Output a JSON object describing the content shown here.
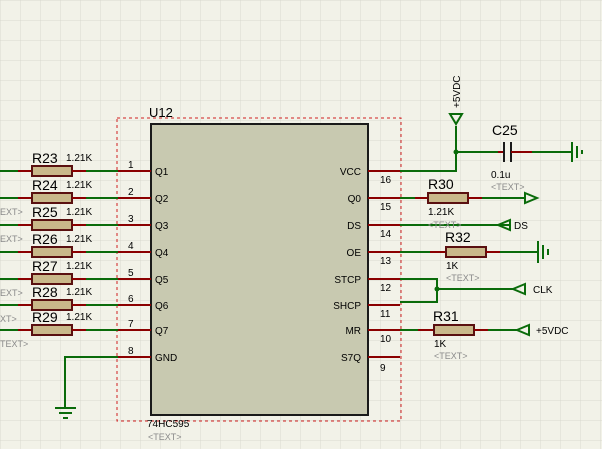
{
  "chip": {
    "ref": "U12",
    "part": "74HC595",
    "placeholder": "<TEXT>",
    "left_pins": [
      {
        "num": "1",
        "name": "Q1"
      },
      {
        "num": "2",
        "name": "Q2"
      },
      {
        "num": "3",
        "name": "Q3"
      },
      {
        "num": "4",
        "name": "Q4"
      },
      {
        "num": "5",
        "name": "Q5"
      },
      {
        "num": "6",
        "name": "Q6"
      },
      {
        "num": "7",
        "name": "Q7"
      },
      {
        "num": "8",
        "name": "GND"
      }
    ],
    "right_pins": [
      {
        "num": "16",
        "name": "VCC"
      },
      {
        "num": "15",
        "name": "Q0"
      },
      {
        "num": "14",
        "name": "DS"
      },
      {
        "num": "13",
        "name": "OE"
      },
      {
        "num": "12",
        "name": "STCP"
      },
      {
        "num": "11",
        "name": "SHCP"
      },
      {
        "num": "10",
        "name": "MR"
      },
      {
        "num": "9",
        "name": "S7Q"
      }
    ]
  },
  "left_resistors": [
    {
      "ref": "R23",
      "value": "1.21K",
      "side_text": ""
    },
    {
      "ref": "R24",
      "value": "1.21K",
      "side_text": "EXT>"
    },
    {
      "ref": "R25",
      "value": "1.21K",
      "side_text": "EXT>"
    },
    {
      "ref": "R26",
      "value": "1.21K",
      "side_text": ""
    },
    {
      "ref": "R27",
      "value": "1.21K",
      "side_text": "EXT>"
    },
    {
      "ref": "R28",
      "value": "1.21K",
      "side_text": "XT>"
    },
    {
      "ref": "R29",
      "value": "1.21K",
      "side_text": "TEXT>"
    }
  ],
  "right_components": {
    "power_label": "+5VDC",
    "c25": {
      "ref": "C25",
      "value": "0.1u",
      "text": "<TEXT>"
    },
    "r30": {
      "ref": "R30",
      "value": "1.21K",
      "text": "<TEXT>"
    },
    "r32": {
      "ref": "R32",
      "value": "1K",
      "text": "<TEXT>"
    },
    "r31": {
      "ref": "R31",
      "value": "1K",
      "text": "<TEXT>"
    },
    "ds_label": "DS",
    "clk_label": "CLK",
    "mr_power_label": "+5VDC"
  },
  "colors": {
    "background": "#f2f2e8",
    "grid": "#d9d9cf",
    "chip_body": "#c8c9b0",
    "wire": "#0a6b0a",
    "pin": "#8b0000",
    "resistor_fill": "#c9b88a",
    "selection_box": "#d02020"
  }
}
